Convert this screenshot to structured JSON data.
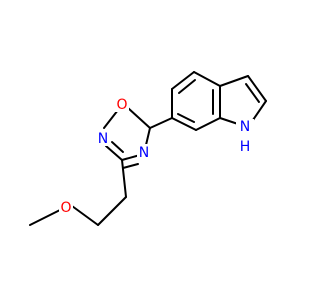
{
  "molecule": {
    "atoms": {
      "oxygen_ring": "O",
      "nitrogen_ring_left": "N",
      "nitrogen_ring_right": "N",
      "methoxy_oxygen": "O",
      "indole_nitrogen": "N",
      "indole_hydrogen": "H"
    },
    "colors": {
      "bond": "#000000",
      "nitrogen": "#0000ff",
      "oxygen": "#ff0000",
      "background": "#ffffff"
    }
  }
}
